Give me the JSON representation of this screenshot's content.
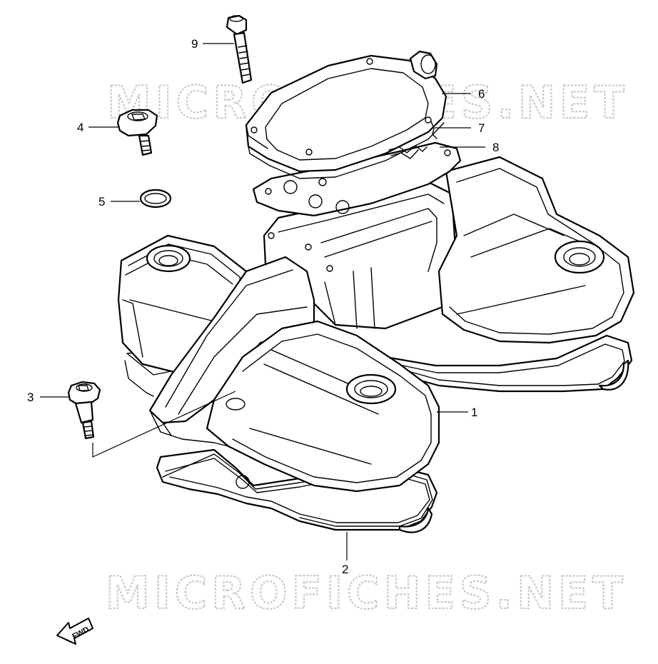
{
  "watermark": {
    "top": "MICROFICHES.NET",
    "bottom": "MICROFICHES.NET"
  },
  "callouts": [
    "1",
    "2",
    "3",
    "4",
    "5",
    "6",
    "7",
    "8",
    "9"
  ],
  "direction_arrow": {
    "label": "FWD",
    "icon": "fwd-arrow-icon"
  },
  "colors": {
    "line": "#000000",
    "watermark": "#c9c9c9",
    "background": "#ffffff"
  }
}
